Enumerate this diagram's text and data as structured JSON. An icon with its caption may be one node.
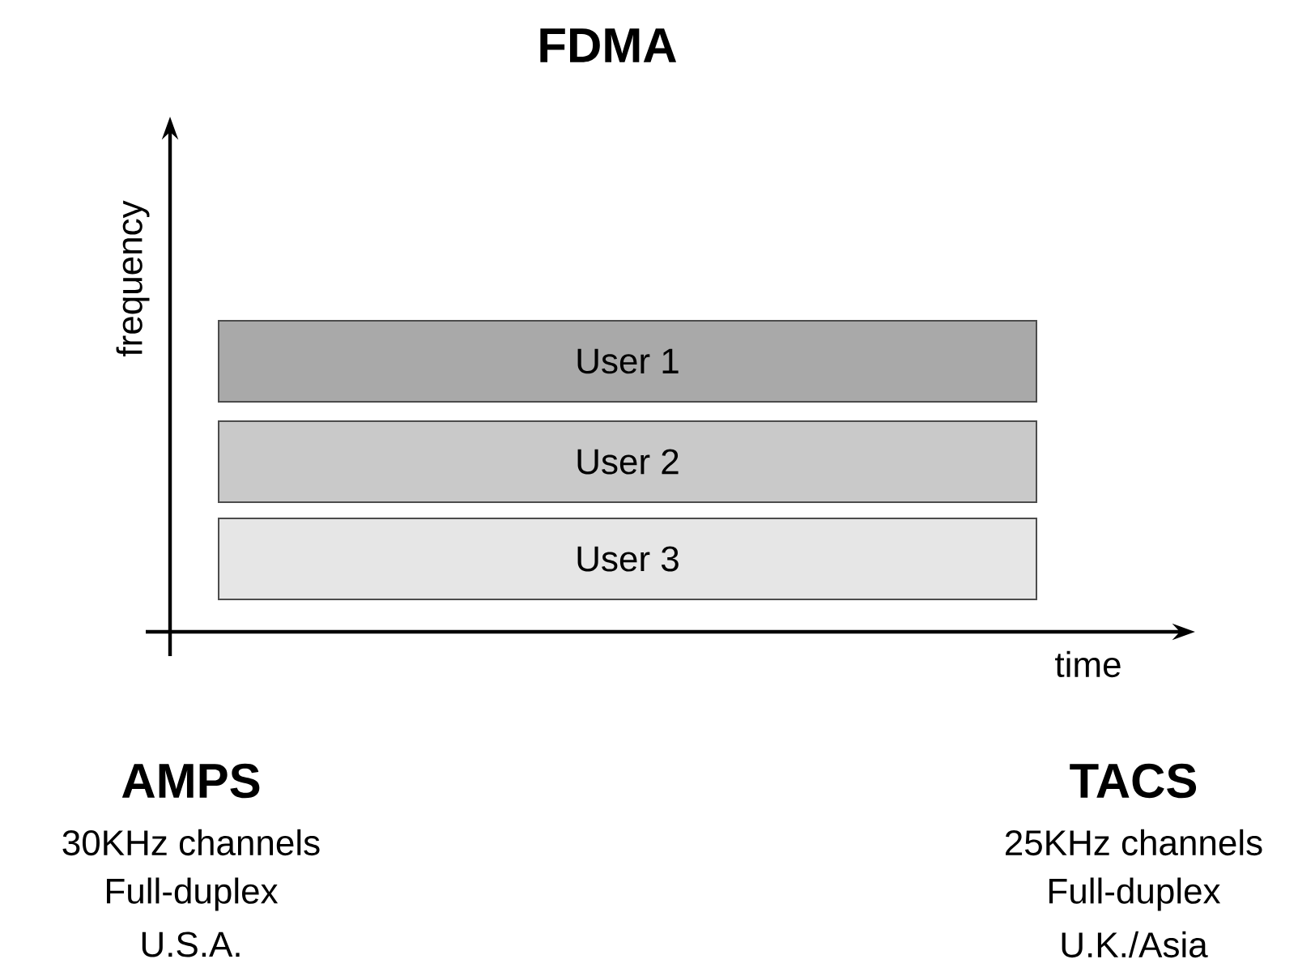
{
  "diagram": {
    "title": "FDMA",
    "nodes": [
      {
        "text": [
          "User 1"
        ]
      },
      {
        "text": [
          "User 2"
        ]
      },
      {
        "text": [
          "User 3"
        ]
      }
    ],
    "labels": [
      "frequency",
      "time",
      "AMPS",
      "30KHz channels",
      "Full-duplex",
      "U.S.A.",
      "TACS",
      "25KHz channels",
      "Full-duplex",
      "U.K./Asia"
    ]
  }
}
